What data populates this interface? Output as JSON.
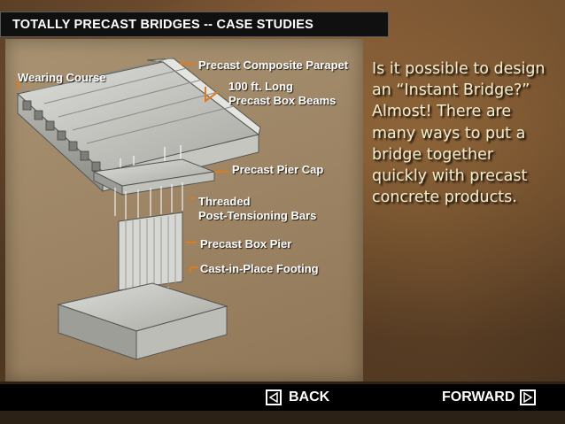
{
  "header": {
    "title": "TOTALLY PRECAST BRIDGES -- CASE STUDIES"
  },
  "diagram": {
    "labels": {
      "wearing_course": "Wearing Course",
      "parapet": "Precast Composite Parapet",
      "box_beams_1": "100 ft. Long",
      "box_beams_2": "Precast Box Beams",
      "pier_cap": "Precast Pier Cap",
      "bars_1": "Threaded",
      "bars_2": "Post-Tensioning Bars",
      "box_pier": "Precast Box Pier",
      "footing": "Cast-in-Place Footing"
    }
  },
  "content": {
    "lines": [
      "Is it possible to design",
      "an “Instant Bridge?”",
      "Almost!  There are",
      "many ways to put a",
      "bridge together",
      "quickly with precast",
      "concrete products."
    ]
  },
  "nav": {
    "back_label": "BACK",
    "forward_label": "FORWARD"
  },
  "colors": {
    "accent_orange": "#e07a1a",
    "text_cream": "#f4eccb",
    "bar": "#000000"
  }
}
